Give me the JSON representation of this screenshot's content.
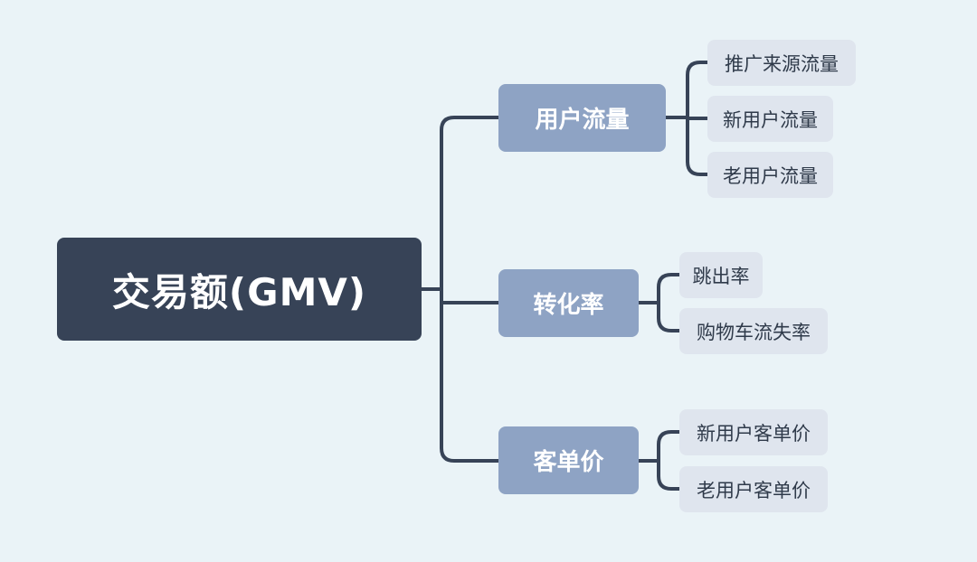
{
  "root": {
    "label": "交易额(GMV)"
  },
  "branches": [
    {
      "label": "用户流量",
      "children": [
        "推广来源流量",
        "新用户流量",
        "老用户流量"
      ]
    },
    {
      "label": "转化率",
      "children": [
        "跳出率",
        "购物车流失率"
      ]
    },
    {
      "label": "客单价",
      "children": [
        "新用户客单价",
        "老用户客单价"
      ]
    }
  ],
  "colors": {
    "background": "#eaf3f7",
    "root_fill": "#374357",
    "branch_fill": "#8ea3c4",
    "leaf_fill": "#dfe5ee",
    "connector": "#374357"
  }
}
